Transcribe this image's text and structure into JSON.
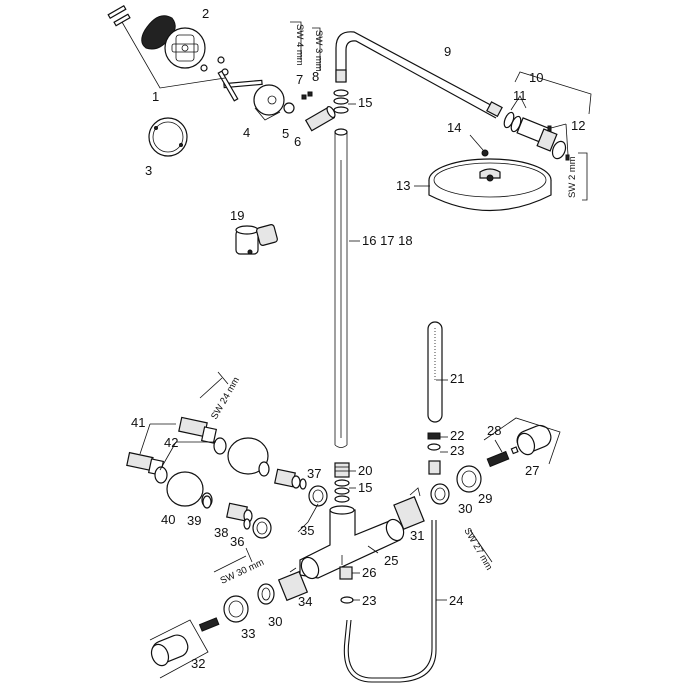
{
  "labels": {
    "l1": "1",
    "l2": "2",
    "l3": "3",
    "l4": "4",
    "l5": "5",
    "l6": "6",
    "l7": "7",
    "l8": "8",
    "l9": "9",
    "l10": "10",
    "l11": "11",
    "l12": "12",
    "l13": "13",
    "l14": "14",
    "l15a": "15",
    "l15b": "15",
    "l16": "16 17 18",
    "l19": "19",
    "l20": "20",
    "l21": "21",
    "l22": "22",
    "l23a": "23",
    "l23b": "23",
    "l24": "24",
    "l25": "25",
    "l26": "26",
    "l27": "27",
    "l28": "28",
    "l29": "29",
    "l30a": "30",
    "l30b": "30",
    "l31": "31",
    "l32": "32",
    "l33": "33",
    "l34": "34",
    "l35": "35",
    "l36": "36",
    "l37": "37",
    "l38": "38",
    "l39": "39",
    "l40": "40",
    "l41": "41",
    "l42": "42"
  },
  "tool_labels": {
    "sw4": "SW 4 mm",
    "sw3": "SW 3 mm",
    "sw2": "SW 2 mm",
    "sw24": "SW 24 mm",
    "sw27": "SW 27 mm",
    "sw30": "SW 30 mm"
  }
}
